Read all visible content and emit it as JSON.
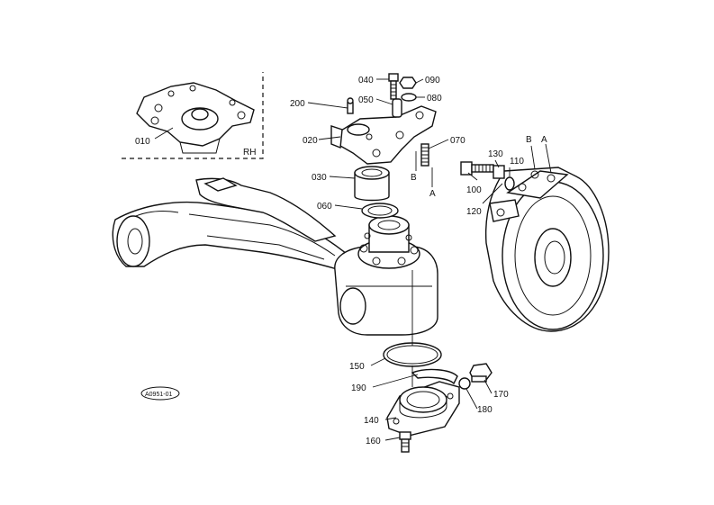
{
  "diagram": {
    "inset_label": "RH",
    "reference_code": "A0951-01",
    "parts": {
      "p010": "010",
      "p020": "020",
      "p030": "030",
      "p040": "040",
      "p050": "050",
      "p060": "060",
      "p070": "070",
      "p080": "080",
      "p090": "090",
      "p100": "100",
      "p110": "110",
      "p120": "120",
      "p130": "130",
      "p140": "140",
      "p150": "150",
      "p160": "160",
      "p170": "170",
      "p180": "180",
      "p190": "190",
      "p200": "200"
    },
    "refs": {
      "a_left": "A",
      "b_left": "B",
      "a_right": "A",
      "b_right": "B"
    }
  }
}
